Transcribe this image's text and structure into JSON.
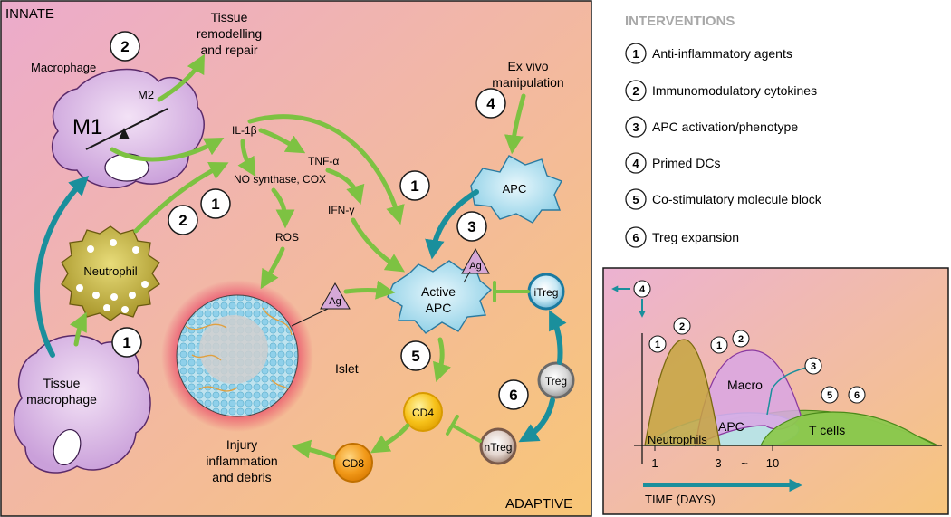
{
  "main": {
    "corner_top_left": "INNATE",
    "corner_bottom_right": "ADAPTIVE",
    "cells": {
      "macrophage_label": "Macrophage",
      "m1": "M1",
      "m2": "M2",
      "neutrophil": "Neutrophil",
      "tissue_macrophage_line1": "Tissue",
      "tissue_macrophage_line2": "macrophage",
      "apc": "APC",
      "active_apc_line1": "Active",
      "active_apc_line2": "APC",
      "itreg": "iTreg",
      "treg": "Treg",
      "ntreg": "nTreg",
      "cd4": "CD4",
      "cd8": "CD8",
      "ag": "Ag",
      "islet": "Islet"
    },
    "mediators": {
      "il1b": "IL-1β",
      "tnfa": "TNF-α",
      "ifng": "IFN-γ",
      "no_synthase": "NO synthase, COX",
      "ros": "ROS"
    },
    "texts": {
      "tissue_remodel_1": "Tissue",
      "tissue_remodel_2": "remodelling",
      "tissue_remodel_3": "and repair",
      "ex_vivo_1": "Ex vivo",
      "ex_vivo_2": "manipulation",
      "injury_1": "Injury",
      "injury_2": "inflammation",
      "injury_3": "and debris"
    },
    "badges": {
      "tissue_remodel": "2",
      "ex_vivo": "4",
      "neutrophil_2": "2",
      "neutrophil_1": "1",
      "ifn": "1",
      "apc_3": "3",
      "tissue_mac_1": "1",
      "cd4_5": "5",
      "treg_6": "6"
    }
  },
  "interventions": {
    "heading": "INTERVENTIONS",
    "items": [
      {
        "num": "1",
        "label": "Anti-inflammatory agents"
      },
      {
        "num": "2",
        "label": "Immunomodulatory cytokines"
      },
      {
        "num": "3",
        "label": "APC activation/phenotype"
      },
      {
        "num": "4",
        "label": "Primed DCs"
      },
      {
        "num": "5",
        "label": "Co-stimulatory molecule block"
      },
      {
        "num": "6",
        "label": "Treg expansion"
      }
    ]
  },
  "timeline": {
    "curves": {
      "neutrophils": "Neutrophils",
      "macro": "Macro",
      "apc": "APC",
      "t_cells": "T cells"
    },
    "ticks": [
      "1",
      "3",
      "~",
      "10"
    ],
    "axis_label": "TIME (DAYS)",
    "badges": {
      "top": "4",
      "neut_1": "1",
      "neut_2": "2",
      "macro_1": "1",
      "macro_2": "2",
      "apc_3": "3",
      "t_5": "5",
      "t_6": "6"
    }
  },
  "colors": {
    "arrow_green": "#7dc242",
    "arrow_teal": "#1a8f9c",
    "bg_pink": "#e9a9c9",
    "bg_orange": "#f7c47a",
    "macrophage_fill": "#e3c2ec",
    "neutrophil_fill": "#b9a93a",
    "apc_fill": "#b6e2f1",
    "cd_yellow": "#f7c21a",
    "cd8_orange": "#f29a1a"
  }
}
